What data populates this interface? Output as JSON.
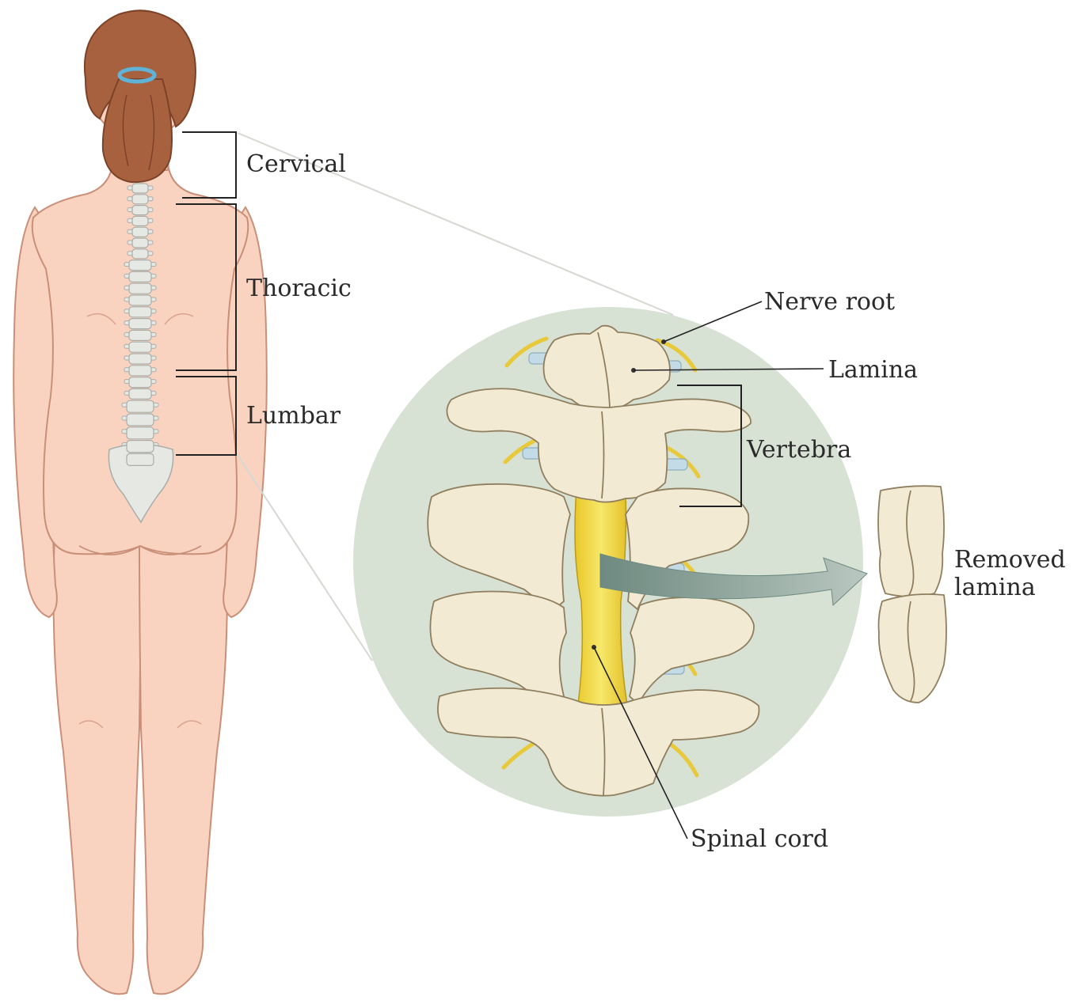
{
  "labels": {
    "cervical": "Cervical",
    "thoracic": "Thoracic",
    "lumbar": "Lumbar",
    "nerve_root": "Nerve root",
    "lamina": "Lamina",
    "vertebra": "Vertebra",
    "removed_lamina_line1": "Removed",
    "removed_lamina_line2": "lamina",
    "spinal_cord": "Spinal cord"
  },
  "colors": {
    "skin": "#f9d3c0",
    "skin_outline": "#c98f78",
    "hair": "#a8613f",
    "hair_tie": "#5fb3d6",
    "bone": "#f3ead4",
    "bone_outline": "#8f7f5e",
    "circle_bg": "#d7e1d4",
    "spinal_cord": "#f1d83a",
    "nerve": "#e8c93a",
    "disc": "#c3dbe6",
    "arrow": "#8aa098",
    "bracket": "#222222"
  }
}
